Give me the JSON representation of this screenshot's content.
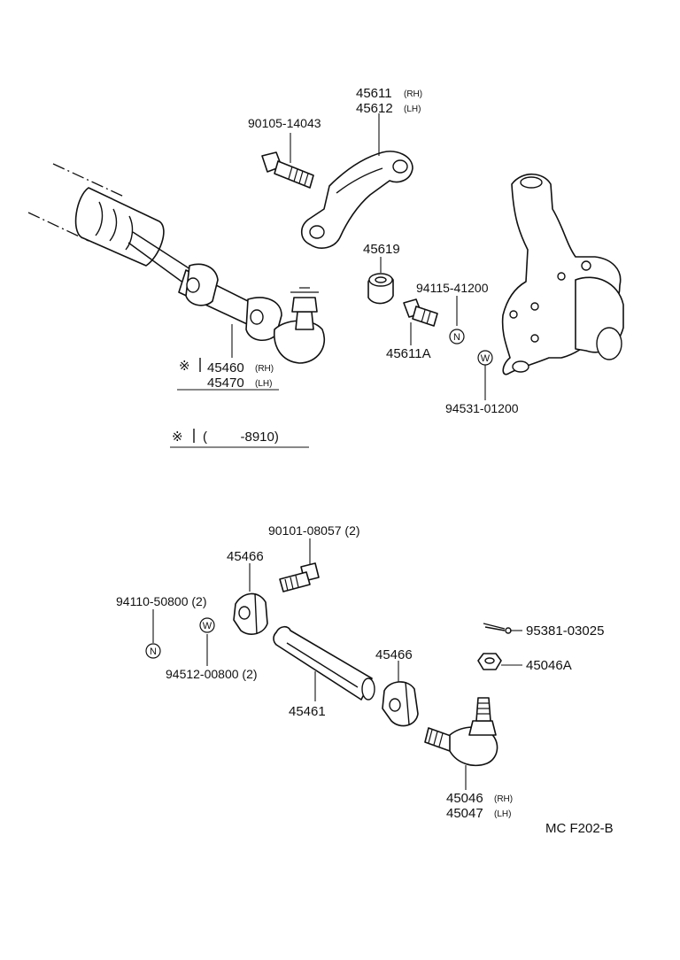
{
  "labels": {
    "idler_arm_rh": "45611",
    "idler_arm_rh_side": "(RH)",
    "idler_arm_lh": "45612",
    "idler_arm_lh_side": "(LH)",
    "bolt_top": "90105-14043",
    "bushing": "45619",
    "bolt_45611a": "45611A",
    "nut_94115": "94115-41200",
    "washer_94531": "94531-01200",
    "rod_assy_prefix": "※",
    "rod_assy_rh": "45460",
    "rod_assy_rh_side": "(RH)",
    "rod_assy_lh": "45470",
    "rod_assy_lh_side": "(LH)",
    "note_prefix": "※",
    "note_range": "(         -8910)",
    "bolt_lower": "90101-08057 (2)",
    "clamp_left": "45466",
    "nut_94110": "94110-50800 (2)",
    "washer_94512": "94512-00800 (2)",
    "adjusting_tube": "45461",
    "cotter_pin": "95381-03025",
    "castle_nut": "45046A",
    "clamp_right": "45466",
    "tie_rod_end_rh": "45046",
    "tie_rod_end_rh_side": "(RH)",
    "tie_rod_end_lh": "45047",
    "tie_rod_end_lh_side": "(LH)",
    "ref_code": "MC F202-B"
  },
  "symbols": {
    "nut_mark": "N",
    "washer_mark": "W"
  }
}
